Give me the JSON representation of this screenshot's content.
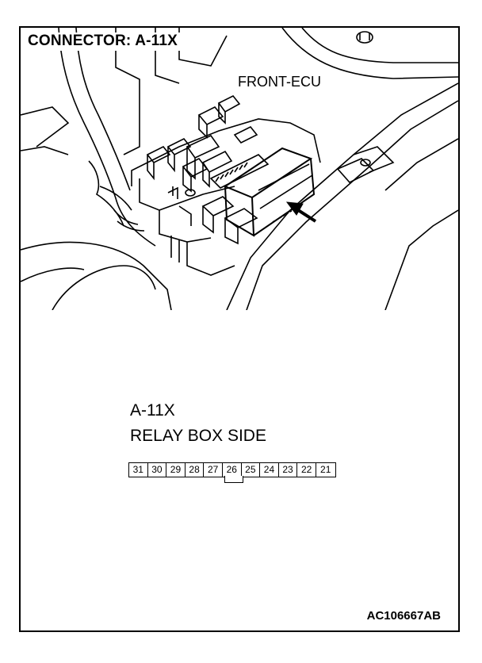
{
  "header": {
    "title": "CONNECTOR: A-11X"
  },
  "callout": {
    "label": "FRONT-ECU"
  },
  "connector": {
    "name": "A-11X",
    "side": "RELAY BOX SIDE",
    "pins": [
      "31",
      "30",
      "29",
      "28",
      "27",
      "26",
      "25",
      "24",
      "23",
      "22",
      "21"
    ]
  },
  "footer": {
    "code": "AC106667AB"
  }
}
